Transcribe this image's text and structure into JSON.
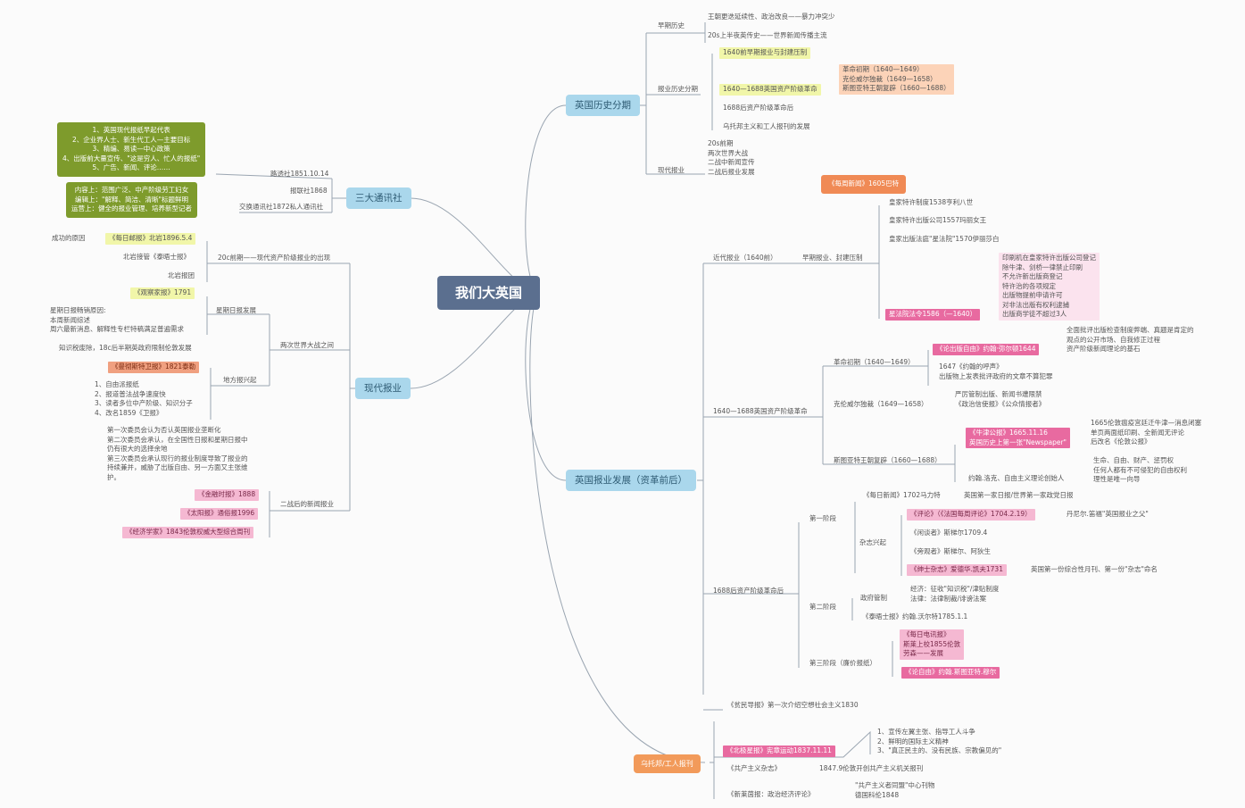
{
  "root": "我们大英国",
  "main_branches": {
    "history": "英国历史分期",
    "agencies": "三大通讯社",
    "modern": "现代报业",
    "development": "英国报业发展（资革前后）",
    "utopian": "乌托邦/工人报刊"
  },
  "history": {
    "early_label": "早期历史",
    "early_1": "王朝更迭延续性、政治改良——暴力冲突少",
    "early_2": "20s上半夜英传史——世界新闻传播主流",
    "period_label": "报业历史分期",
    "period_1": "1640前早期报业与封建压制",
    "period_2": "1640—1688英国资产阶级革命",
    "period_2_detail": "革命初期（1640—1649）\n克伦威尔独裁（1649—1658）\n斯图亚特王朝复辟（1660—1688）",
    "period_3": "1688后资产阶级革命后",
    "period_4": "乌托邦主义和工人报刊的发展",
    "modern_label": "现代报业",
    "modern_detail": "20s前期\n两次世界大战\n二战中新闻宣传\n二战后报业发展"
  },
  "agencies": {
    "reuters": "路透社1851.10.14",
    "havas": "报联社1868",
    "exchange": "交换通讯社1872私人通讯社"
  },
  "green_box_1": "1、英国现代报纸早起代表\n2、企业界人士、新生代工人—主要目标\n3、精编、易读—中心政策\n4、出版前大量宣传、\"这是穷人、忙人的报纸\"\n5、广告、新闻、评论……",
  "green_box_2": "内容上：范围广泛、中产阶级劳工妇女\n编辑上：\"解释、简洁、清晰\"标题鲜明\n运营上：健全的报业管理、培养新型记者",
  "modern": {
    "success_reason": "成功的原因",
    "daily_mail": "《每日邮报》北岩1896.5.4",
    "early20": "20c前期——现代资产阶级报业的出现",
    "northcliffe_times": "北岩接管《泰晤士报》",
    "northcliffe_group": "北岩报团",
    "observer": "《观察家报》1791",
    "sunday_dev": "星期日报发展",
    "sunday_reasons": "星期日报畅销原因:\n本周新闻综述\n周六最新消息、解释性专栏特稿满足普遍需求",
    "interwar": "两次世界大战之间",
    "tax_repeal": "知识税废除，18c后半期英政府限制伦敦发展",
    "manchester": "《曼彻斯特卫报》1821泰勒",
    "local": "地方报兴起",
    "local_detail": "1、自由派报纸\n2、报道普法战争速度快\n3、读者多位中产阶级、知识分子\n4、改名1859《卫报》",
    "commission": "第一次委员会认为否认英国报业垄断化\n第二次委员会承认，在全国性日报和星期日报中\n仍有很大的选择余地\n第三次委员会承认现行的报业制度导致了报业的\n持续兼并，威胁了出版自由、另一方面又主张维\n护。",
    "postwar": "二战后的新闻报业",
    "ft": "《金融时报》1888",
    "sun": "《太阳报》通俗报1996",
    "economist": "《经济学家》1843伦敦权威大型综合周刊"
  },
  "development": {
    "weekly_news": "《每周新闻》1605巴特",
    "pre1640": "近代报业（1640前）",
    "feudal": "早期报业、封建压制",
    "royal_1": "皇家特许制度1538亨利八世",
    "royal_2": "皇家特许出版公司1557玛丽女王",
    "royal_3": "皇家出版法庭\"星法院\"1570伊丽莎白",
    "star_chamber": "星法院法令1586（—1640）",
    "star_detail": "印刷机在皇家特许出版公司登记\n除牛津、剑桥一律禁止印刷\n不允许新出版商登记\n特许治的各项规定\n出版物提前申请许可\n对非法出版有权利逮捕\n出版商学徒不超过3人",
    "revolution": "1640—1688英国资产阶级革命",
    "early_rev": "革命初期（1640—1649）",
    "areopagitica": "《论出版自由》约翰·弥尔顿1644",
    "areo_detail": "全面批评出版检查制度弊端、真题是肯定的\n观点的公开市场、自我修正过程\n资产阶级新闻理论的基石",
    "lilburne": "1647《约翰的呼声》\n出版物上发表批评政府的文章不算犯罪",
    "cromwell": "克伦威尔独裁（1649—1658）",
    "cromwell_detail": "严厉管制出版、新闻书遭限禁\n《政治信使报》《公众情报者》",
    "restoration": "斯图亚特王朝复辟（1660—1688）",
    "oxford": "《牛津公报》1665.11.16\n英国历史上第一张\"Newspaper\"",
    "oxford_detail": "1665伦敦瘟疫宫廷迁牛津—消息闭塞\n单页两面纸印刷、全新闻无评论\n后改名《伦敦公报》",
    "locke": "约翰.洛克、自由主义理论创始人",
    "locke_detail": "生命、自由、财产、惩罚权\n任何人都有不可侵犯的自由权利\n理性是唯一向导",
    "post1688": "1688后资产阶级革命后",
    "stage1": "第一阶段",
    "daily_courant": "《每日新闻》1702马力特",
    "daily_courant_note": "英国第一家日报/世界第一家政党日报",
    "magazines": "杂志兴起",
    "review": "《评论》（《法国每周评论》1704.2.19）",
    "review_note": "丹尼尔.笛福\"英国报业之父\"",
    "tatler": "《闲谈者》斯梯尔1709.4",
    "spectator": "《旁观者》斯梯尔、阿狄生",
    "gentleman": "《绅士杂志》爱德华.凯夫1731",
    "gentleman_note": "英国第一份综合性月刊、第一份\"杂志\"命名",
    "stage2": "第二阶段",
    "gov_control": "政府管制",
    "gov_detail": "经济：征收\"知识税\"/津贴制度\n法律：法律制裁/诽谤法案",
    "times": "《泰晤士报》约翰.沃尔特1785.1.1",
    "stage3": "第三阶段（廉价报纸）",
    "telegraph": "《每日电讯报》\n斯莱上校1855伦敦\n劳森——发展",
    "on_liberty": "《论自由》约翰.斯图亚特.穆尔",
    "poor_guardian": "《贫民导报》第一次介绍空想社会主义1830"
  },
  "utopian": {
    "northern_star": "《北极星报》宪章运动1837.11.11",
    "ns_detail": "1、宣传左翼主张、指导工人斗争\n2、鲜明的国际主义精神\n3、\"真正民主的、没有民族、宗教偏见的\"",
    "communist": "《共产主义杂志》",
    "communist_note": "1847.9伦敦开创共产主义机关报刊",
    "nrz": "《新莱茵报：政治经济评论》",
    "nrz_note": "\"共产主义者同盟\"中心刊物\n德国科伦1848"
  },
  "colors": {
    "root": "#5b6f8f",
    "main_node": "#aad7ec",
    "line": "#9aa5b1",
    "green": "#7e9b2c",
    "pink": "#e86aa0",
    "orange": "#f29a5a",
    "yellow": "#f1f6a9"
  }
}
